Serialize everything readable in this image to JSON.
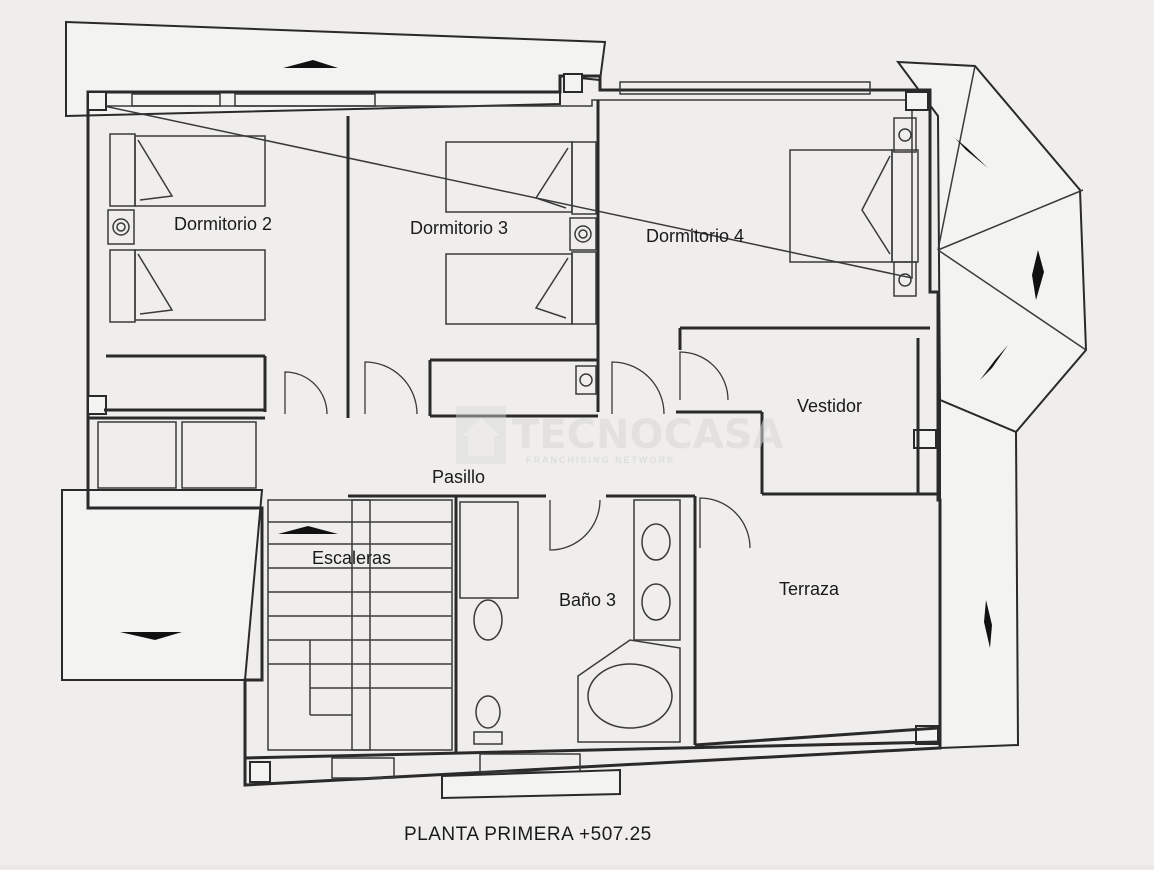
{
  "plan": {
    "rooms": {
      "dormitorio2": "Dormitorio 2",
      "dormitorio3": "Dormitorio 3",
      "dormitorio4": "Dormitorio 4",
      "vestidor": "Vestidor",
      "pasillo": "Pasillo",
      "escaleras": "Escaleras",
      "bano3": "Baño 3",
      "terraza": "Terraza"
    },
    "caption": "PLANTA PRIMERA +507.25"
  },
  "watermark": {
    "brand": "TECNOCASA",
    "tagline": "FRANCHISING NETWORK"
  },
  "colors": {
    "paper": "#f3f3f1",
    "ink": "#2a2a2a",
    "background": "#e9e8e6"
  }
}
